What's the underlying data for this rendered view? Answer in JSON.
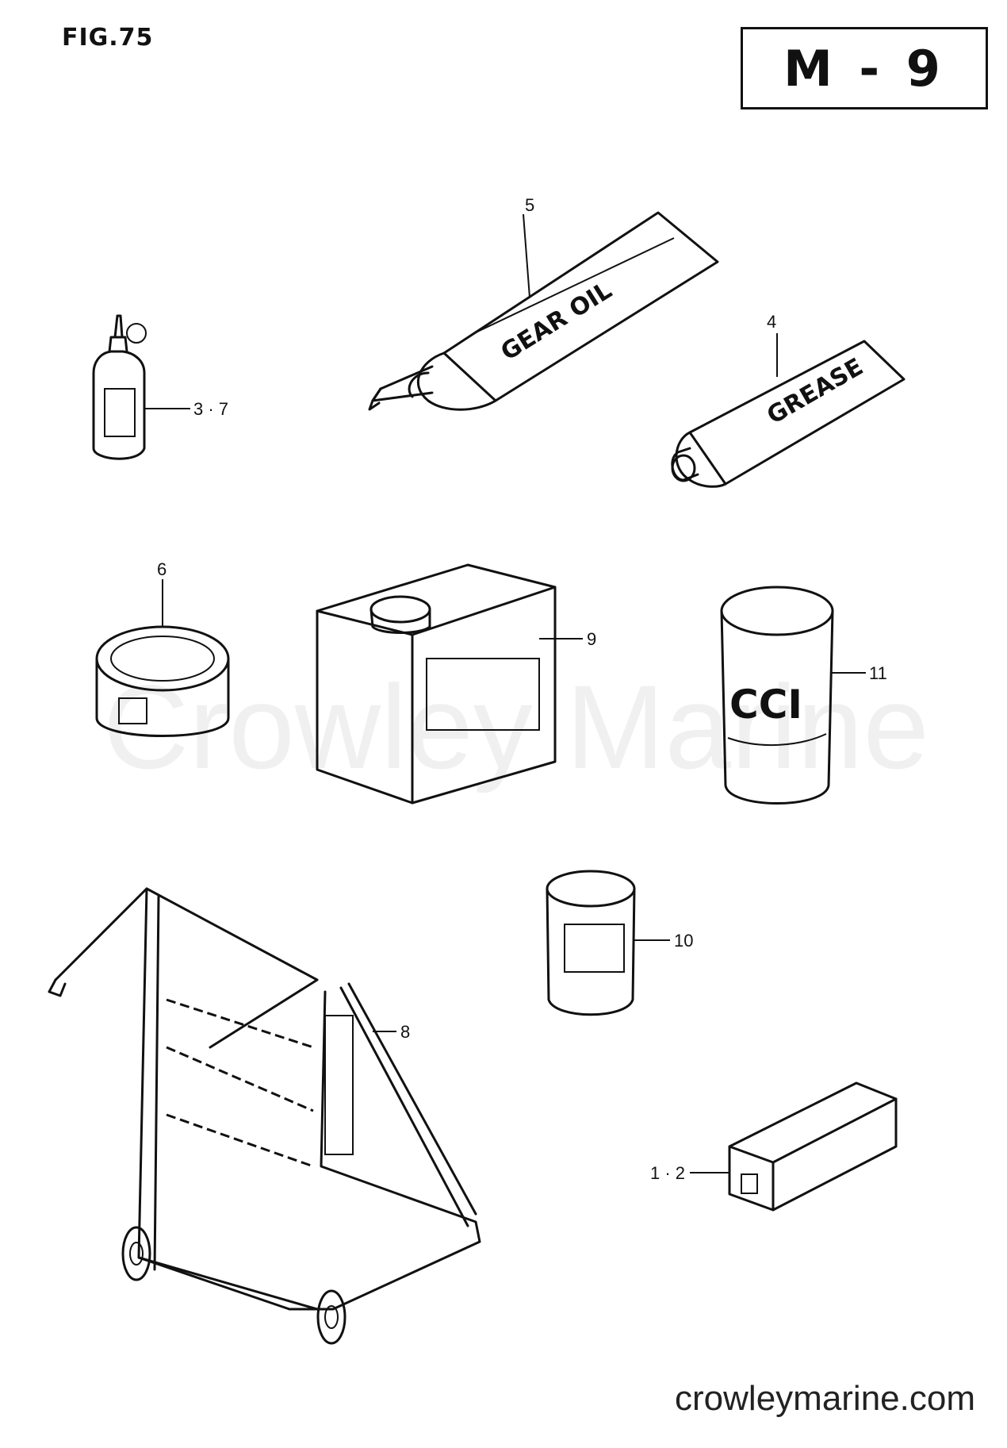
{
  "figure": {
    "label": "FIG.75",
    "code": "M - 9"
  },
  "watermark": "Crowley Marine",
  "footer": {
    "site": "crowleymarine.com"
  },
  "parts": [
    {
      "callout": "5",
      "name": "gear-oil-tube",
      "printed_text": "GEAR OIL"
    },
    {
      "callout": "4",
      "name": "grease-tube",
      "printed_text": "GREASE"
    },
    {
      "callout": "3 · 7",
      "name": "small-oil-bottle"
    },
    {
      "callout": "6",
      "name": "round-tin"
    },
    {
      "callout": "9",
      "name": "oil-can"
    },
    {
      "callout": "11",
      "name": "cci-oil-can",
      "printed_text": "CCI"
    },
    {
      "callout": "10",
      "name": "small-jar"
    },
    {
      "callout": "8",
      "name": "motor-stand"
    },
    {
      "callout": "1 · 2",
      "name": "box-package"
    }
  ]
}
